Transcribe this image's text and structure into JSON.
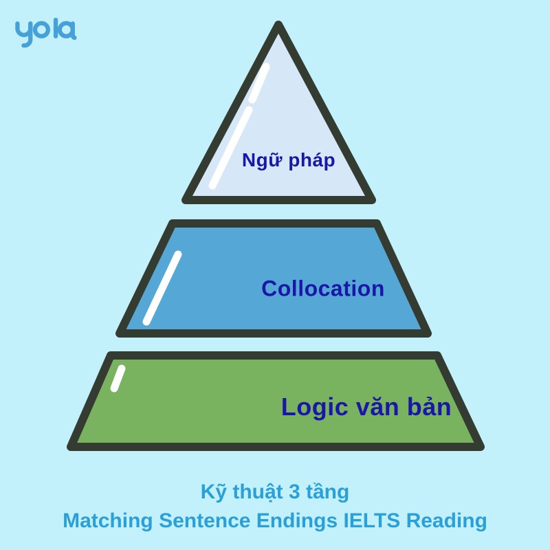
{
  "background_color": "#c2f1fc",
  "logo": {
    "text": "yola",
    "color": "#45a1d7"
  },
  "pyramid": {
    "outline_color": "#343b31",
    "label_color": "#1a17a8",
    "tiers": [
      {
        "id": "top",
        "label": "Ngữ pháp",
        "fill": "#d6e7f8"
      },
      {
        "id": "middle",
        "label": "Collocation",
        "fill": "#55a8d5"
      },
      {
        "id": "bottom",
        "label": "Logic văn bản",
        "fill": "#79b360"
      }
    ]
  },
  "caption": {
    "color": "#2aa0d8",
    "line1": "Kỹ thuật 3 tầng",
    "line2": "Matching Sentence Endings IELTS Reading"
  }
}
